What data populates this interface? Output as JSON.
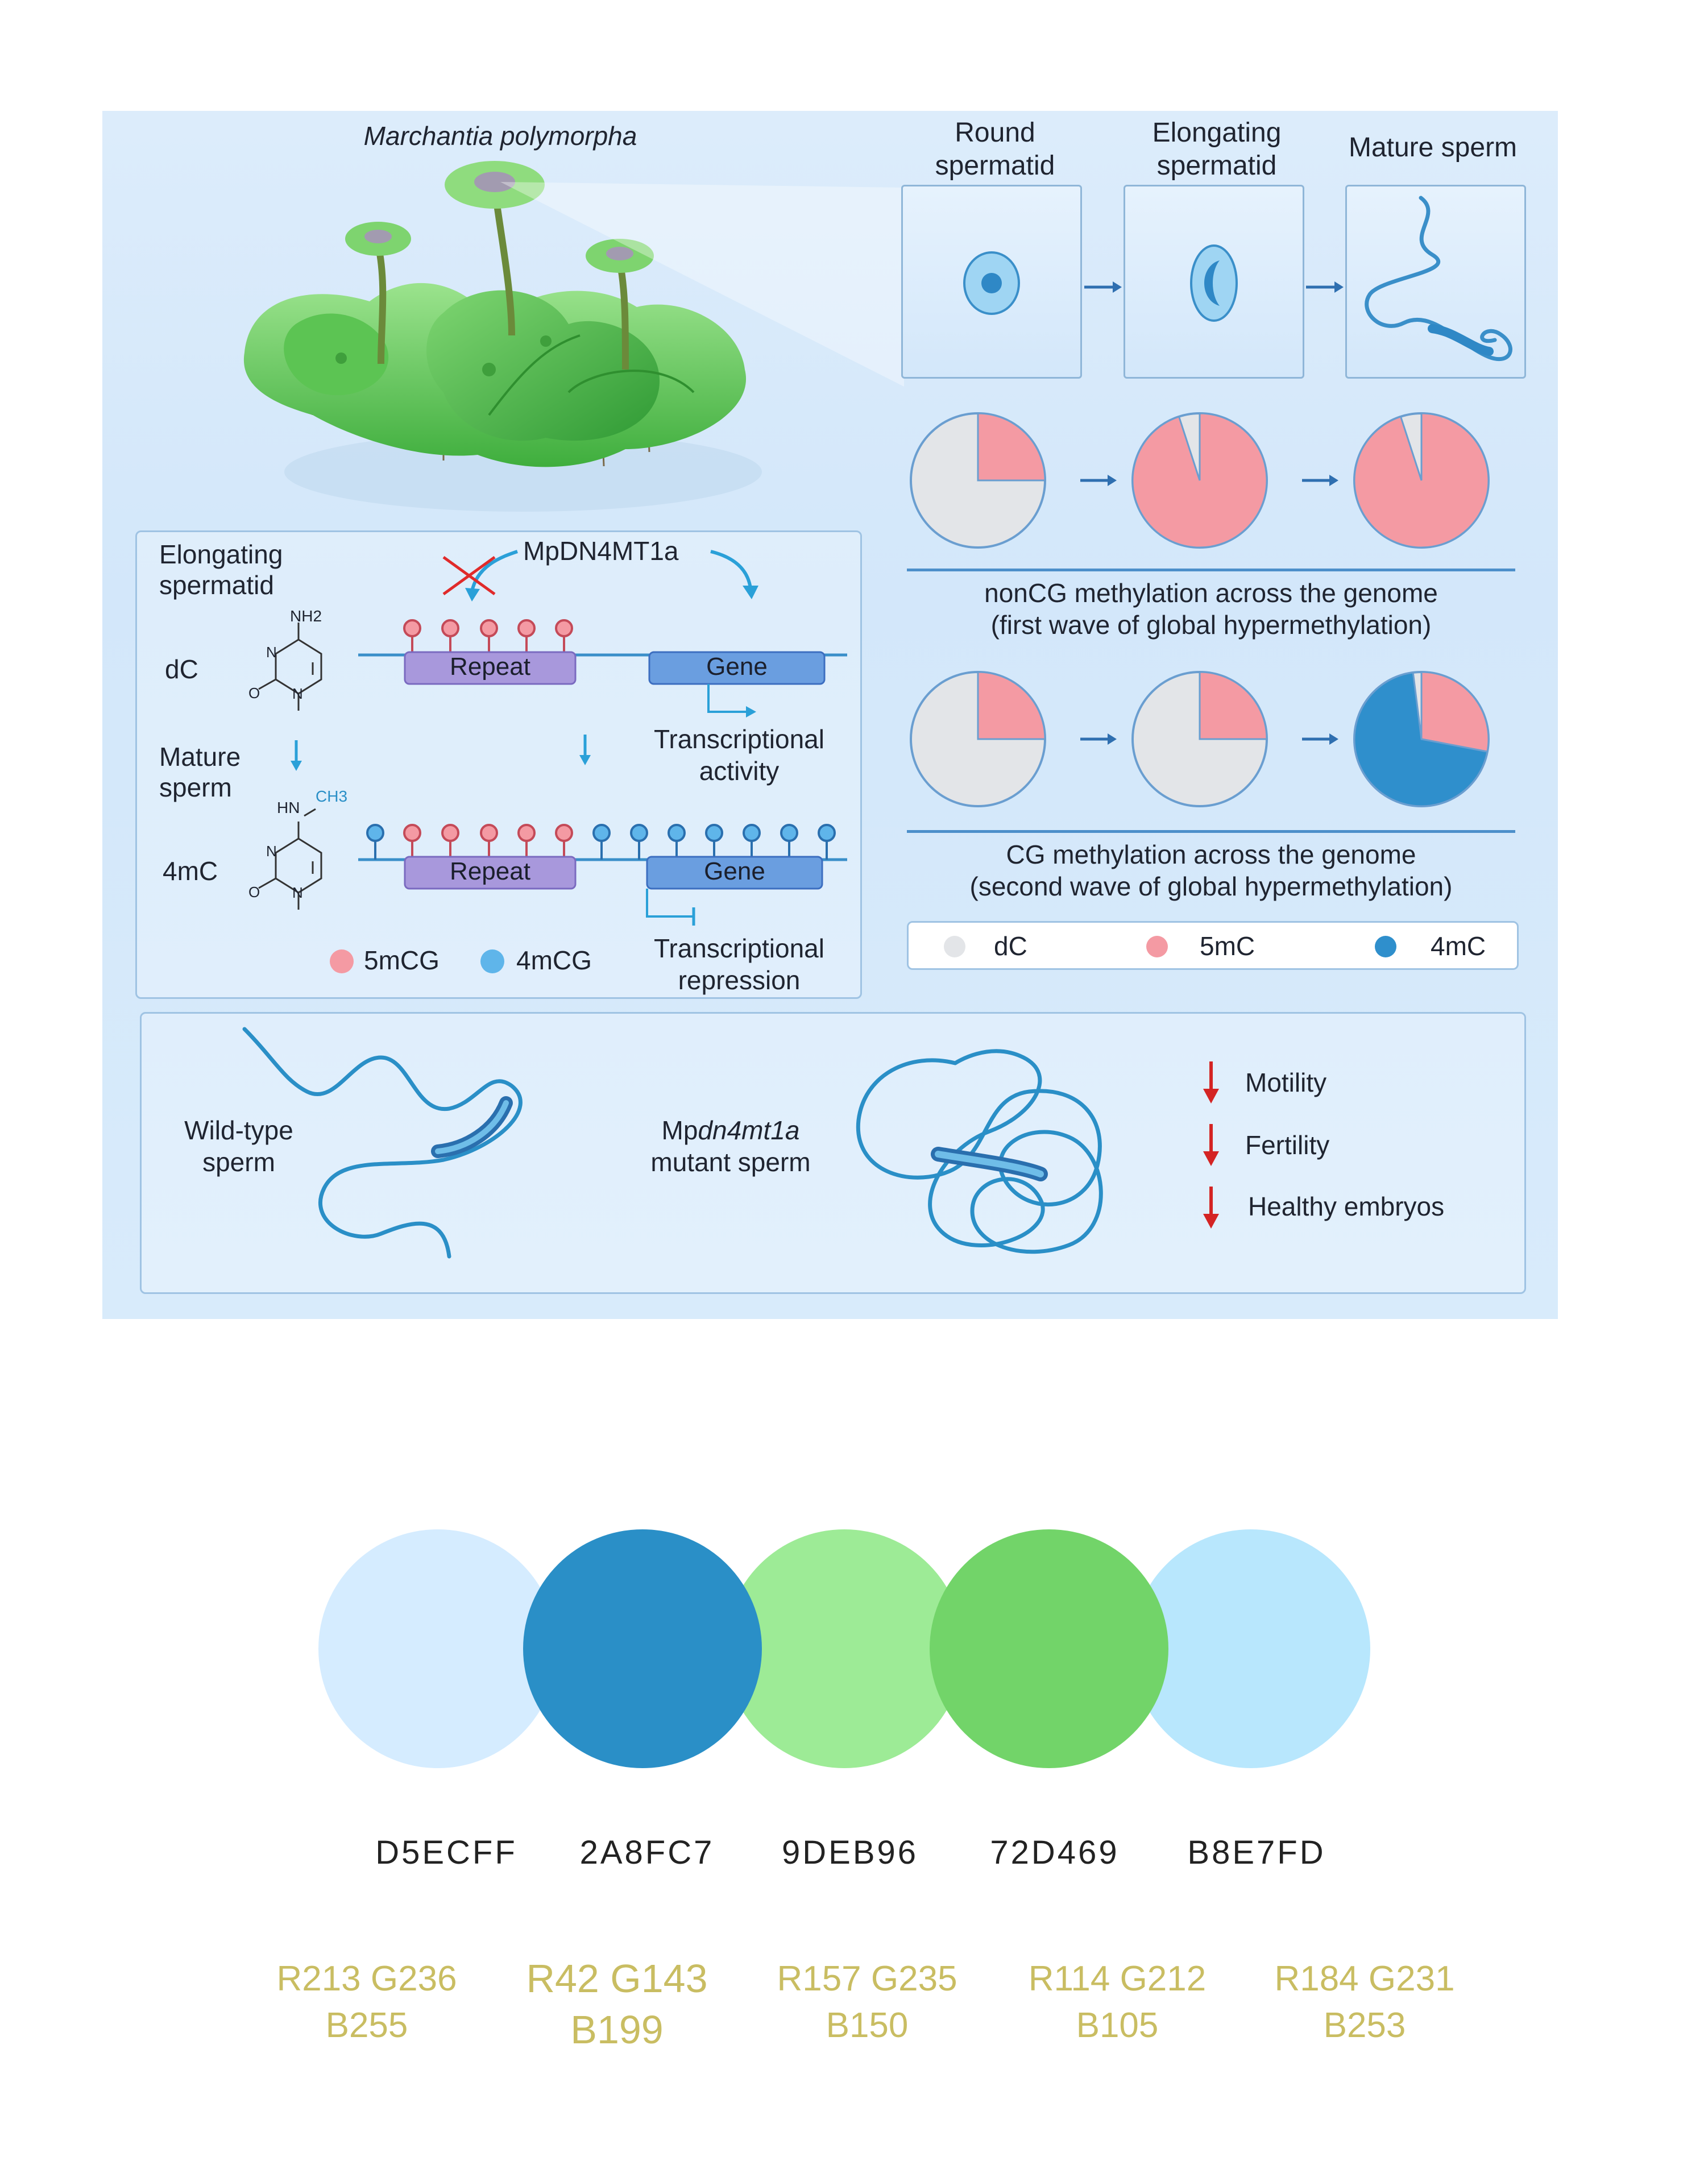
{
  "figure": {
    "species": "Marchantia polymorpha",
    "stages": [
      "Round spermatid",
      "Elongating spermatid",
      "Mature sperm"
    ],
    "noncg_caption_line1": "nonCG methylation across the genome",
    "noncg_caption_line2": "(first wave of global hypermethylation)",
    "cg_caption_line1": "CG methylation across the genome",
    "cg_caption_line2": "(second wave of global hypermethylation)",
    "pie_legend": [
      "dC",
      "5mC",
      "4mC"
    ],
    "pie_colors": {
      "dC": "#e3e5e8",
      "5mC": "#f49aa3",
      "4mC": "#2f8fcc"
    },
    "noncg_pies": [
      {
        "dC": 0.75,
        "5mC": 0.25,
        "4mC": 0
      },
      {
        "dC": 0.05,
        "5mC": 0.95,
        "4mC": 0
      },
      {
        "dC": 0.05,
        "5mC": 0.95,
        "4mC": 0
      }
    ],
    "cg_pies": [
      {
        "dC": 0.75,
        "5mC": 0.25,
        "4mC": 0
      },
      {
        "dC": 0.75,
        "5mC": 0.25,
        "4mC": 0
      },
      {
        "dC": 0.02,
        "5mC": 0.28,
        "4mC": 0.7
      }
    ],
    "mech": {
      "stage1_line1": "Elongating",
      "stage1_line2": "spermatid",
      "enzyme": "MpDN4MT1a",
      "dc_label": "dC",
      "stage2_line1": "Mature",
      "stage2_line2": "sperm",
      "fourmc_label": "4mC",
      "repeat": "Repeat",
      "gene": "Gene",
      "activity_line1": "Transcriptional",
      "activity_line2": "activity",
      "repression_line1": "Transcriptional",
      "repression_line2": "repression",
      "legend_5mcg": "5mCG",
      "legend_4mcg": "4mCG",
      "nh2": "NH2",
      "hn": "HN",
      "ch3": "CH3",
      "n": "N",
      "o": "O"
    },
    "bottom": {
      "wt_line1": "Wild-type",
      "wt_line2": "sperm",
      "mut_prefix": "Mp",
      "mut_italic": "dn4mt1a",
      "mut_line2": "mutant sperm",
      "effects": [
        "Motility",
        "Fertility",
        "Healthy embryos"
      ]
    }
  },
  "palette": [
    {
      "hex": "D5ECFF",
      "color": "#D5ECFF",
      "rgb_line1": "R213 G236",
      "rgb_line2": "B255"
    },
    {
      "hex": "2A8FC7",
      "color": "#2A8FC7",
      "rgb_line1": "R42 G143",
      "rgb_line2": "B199"
    },
    {
      "hex": "9DEB96",
      "color": "#9DEB96",
      "rgb_line1": "R157 G235",
      "rgb_line2": "B150"
    },
    {
      "hex": "72D469",
      "color": "#72D469",
      "rgb_line1": "R114 G212",
      "rgb_line2": "B105"
    },
    {
      "hex": "B8E7FD",
      "color": "#B8E7FD",
      "rgb_line1": "R184 G231",
      "rgb_line2": "B253"
    }
  ]
}
